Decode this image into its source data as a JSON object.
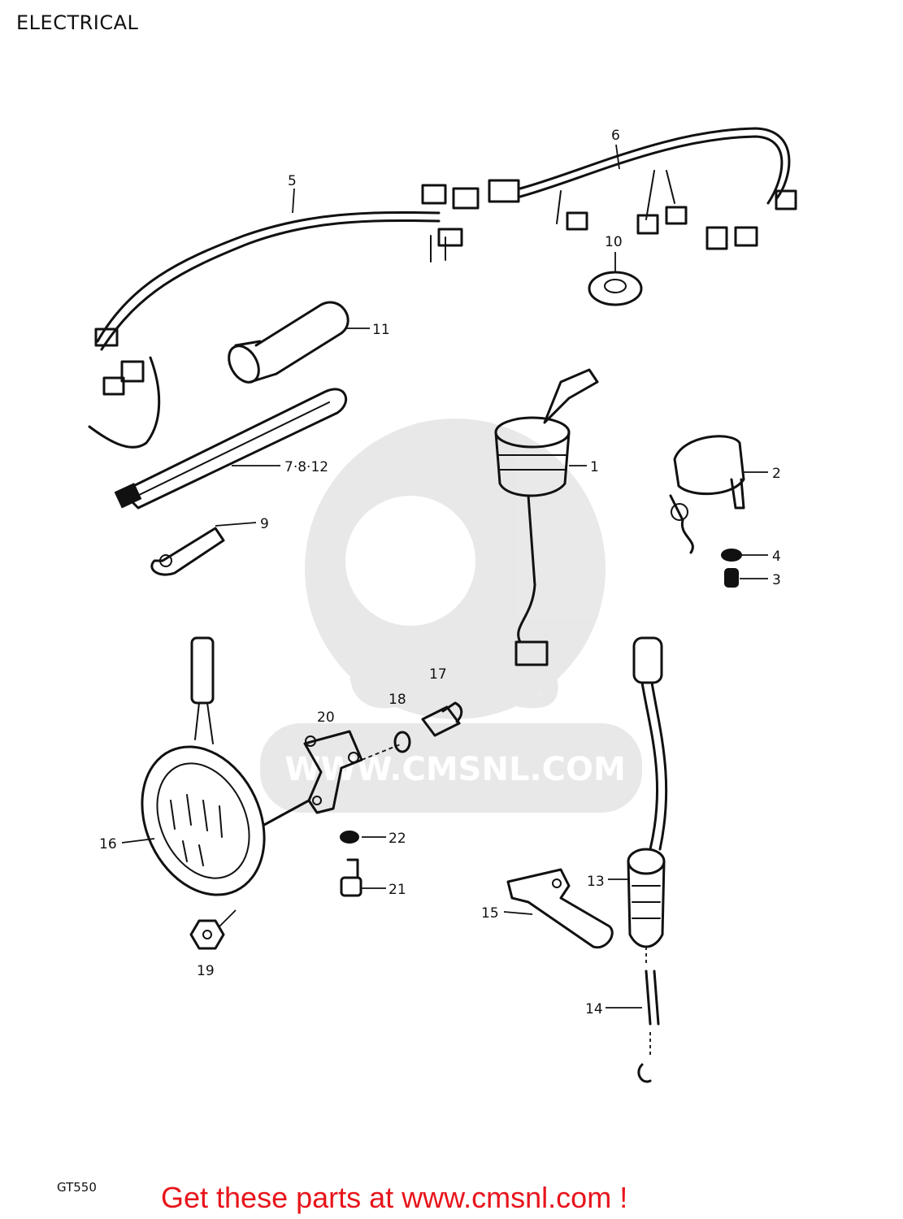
{
  "header": {
    "title": "ELECTRICAL"
  },
  "footer": {
    "model": "GT550",
    "cta": "Get these parts at www.cmsnl.com !"
  },
  "watermark": {
    "text": "CMS",
    "url": "WWW.CMSNL.COM"
  },
  "callouts": {
    "p1": "1",
    "p2": "2",
    "p3": "3",
    "p4": "4",
    "p5": "5",
    "p6": "6",
    "p7": "7·8·12",
    "p9": "9",
    "p10": "10",
    "p11": "11",
    "p13": "13",
    "p14": "14",
    "p15": "15",
    "p16": "16",
    "p17": "17",
    "p18": "18",
    "p19": "19",
    "p20": "20",
    "p21": "21",
    "p22": "22"
  }
}
